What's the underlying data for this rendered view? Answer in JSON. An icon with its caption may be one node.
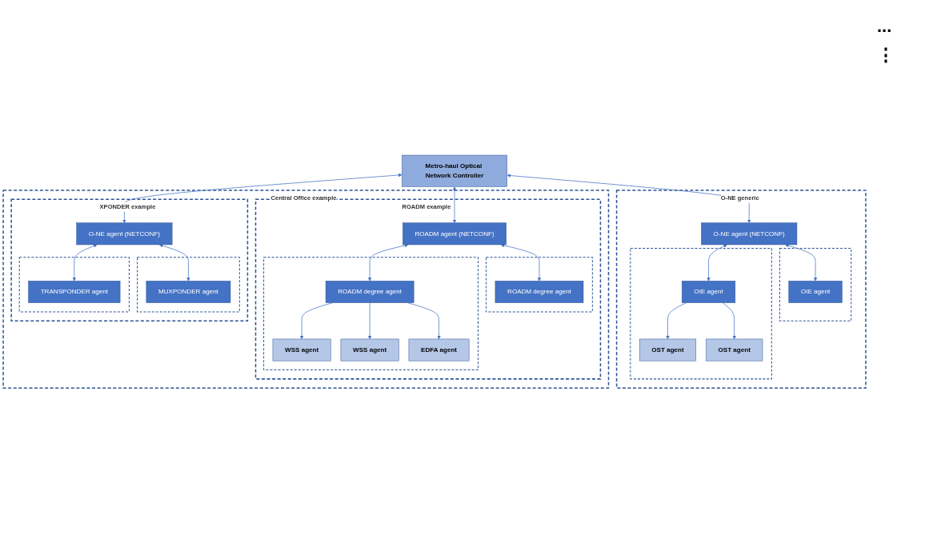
{
  "diagram": {
    "nodes": [
      {
        "text": [
          "Metro-haul Optical Network Controller"
        ]
      },
      {
        "text": [
          "O-NE",
          "generic"
        ]
      },
      {
        "text": [
          "O-NE agent (NETCONF)"
        ],
        "in": 1
      },
      {
        "text": [],
        "shape": "box",
        "in": 1
      },
      {
        "text": [
          "OIE agent"
        ],
        "in": 3
      },
      {
        "text": [],
        "shape": "box",
        "in": 1
      },
      {
        "text": [
          "OIE agent"
        ],
        "in": 5
      },
      {
        "text": [
          "OST agent"
        ],
        "in": 5
      },
      {
        "text": [
          "OST agent"
        ],
        "in": 5
      },
      {
        "text": [
          "Central Office",
          "example"
        ]
      },
      {
        "text": [
          "ROADM",
          "example"
        ],
        "in": 9
      },
      {
        "text": [
          "ROADM agent (NETCONF)"
        ],
        "in": 10
      },
      {
        "text": [],
        "shape": "box",
        "in": 10
      },
      {
        "text": [
          "ROADM degree agent"
        ],
        "in": 12
      },
      {
        "text": [],
        "shape": "box",
        "in": 10
      },
      {
        "text": [
          "ROADM degree agent"
        ],
        "in": 14
      },
      {
        "text": [
          "WSS agent"
        ],
        "in": 14
      },
      {
        "text": [
          "WSS agent"
        ],
        "in": 14
      },
      {
        "text": [
          "EDFA agent"
        ],
        "in": 14
      },
      {
        "text": [
          "XPONDER",
          "example"
        ],
        "in": 9
      },
      {
        "text": [
          "O-NE agent (NETCONF)"
        ],
        "in": 19
      },
      {
        "text": [],
        "shape": "box",
        "in": 19
      },
      {
        "text": [
          "MUXPONDER agent"
        ],
        "in": 21
      },
      {
        "text": [],
        "shape": "box",
        "in": 19
      },
      {
        "text": [
          "TRANSPONDER agent"
        ],
        "in": 23
      }
    ],
    "edges": [
      {
        "from": 0,
        "to": 2,
        "arrow": "both"
      },
      {
        "from": 0,
        "to": 11,
        "arrow": "both"
      },
      {
        "from": 0,
        "to": 20,
        "arrow": "both"
      },
      {
        "from": 2,
        "to": 4,
        "arrow": "both"
      },
      {
        "from": 2,
        "to": 6,
        "arrow": "both"
      },
      {
        "from": 6,
        "to": 7,
        "arrow": "to"
      },
      {
        "from": 6,
        "to": 8,
        "arrow": "to"
      },
      {
        "from": 11,
        "to": 13,
        "arrow": "both"
      },
      {
        "from": 11,
        "to": 15,
        "arrow": "both"
      },
      {
        "from": 15,
        "to": 16,
        "arrow": "to"
      },
      {
        "from": 15,
        "to": 17,
        "arrow": "to"
      },
      {
        "from": 15,
        "to": 18,
        "arrow": "to"
      },
      {
        "from": 20,
        "to": 22,
        "arrow": "both"
      },
      {
        "from": 20,
        "to": 24,
        "arrow": "both"
      }
    ],
    "labels": [
      "...",
      "⋮"
    ]
  }
}
